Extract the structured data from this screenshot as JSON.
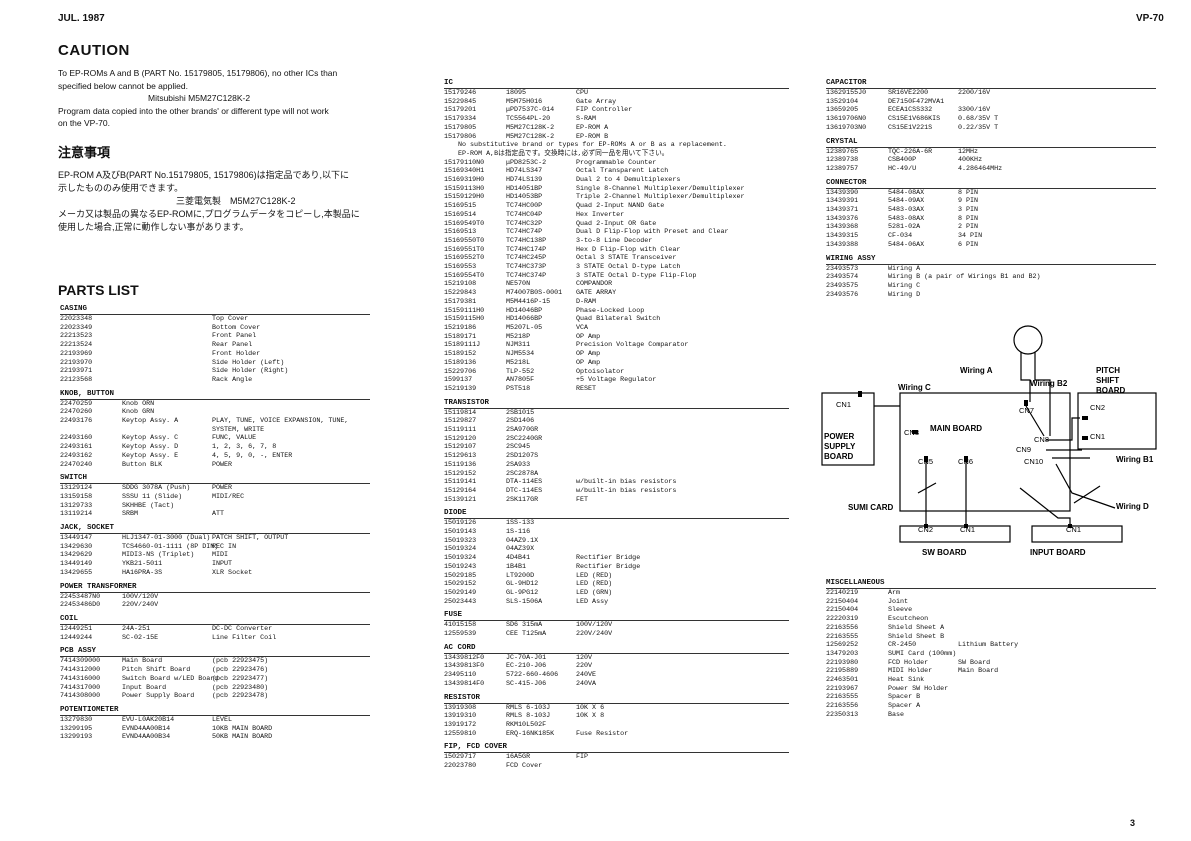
{
  "header": {
    "date": "JUL. 1987",
    "model": "VP-70",
    "page": "3"
  },
  "caution": {
    "title": "CAUTION",
    "lines": [
      "To EP-ROMs A and B (PART No. 15179805, 15179806), no other ICs than",
      "specified below cannot be applied.",
      "Mitsubishi  M5M27C128K-2",
      "Program data copied into the other brands' or different type will not work",
      "on the VP-70."
    ],
    "jp_title": "注意事項",
    "jp_lines": [
      "EP-ROM A及びB(PART No.15179805, 15179806)は指定品であり,以下に",
      "示したもののみ使用できます。",
      "三菱電気製　M5M27C128K-2",
      "メーカ又は製品の異なるEP-ROMに,プログラムデータをコピーし,本製品に",
      "使用した場合,正常に動作しない事があります。"
    ]
  },
  "parts_title": "PARTS LIST",
  "sections1": [
    {
      "title": "CASING",
      "rows": [
        [
          "22023348",
          "",
          "Top Cover"
        ],
        [
          "22023349",
          "",
          "Bottom Cover"
        ],
        [
          "22213523",
          "",
          "Front Panel"
        ],
        [
          "22213524",
          "",
          "Rear Panel"
        ],
        [
          "22193969",
          "",
          "Front Holder"
        ],
        [
          "22193970",
          "",
          "Side Holder (Left)"
        ],
        [
          "22193971",
          "",
          "Side Holder (Right)"
        ],
        [
          "22123568",
          "",
          "Rack Angle"
        ]
      ]
    },
    {
      "title": "KNOB, BUTTON",
      "rows": [
        [
          "22470259",
          "Knob ORN",
          ""
        ],
        [
          "22470260",
          "Knob GRN",
          ""
        ],
        [
          "22493176",
          "Keytop Assy. A",
          "PLAY, TUNE, VOICE EXPANSION, TUNE,"
        ],
        [
          "",
          "",
          "SYSTEM, WRITE"
        ],
        [
          "22493160",
          "Keytop Assy. C",
          "FUNC, VALUE"
        ],
        [
          "22493161",
          "Keytop Assy. D",
          "1, 2, 3, 6, 7, 8"
        ],
        [
          "22493162",
          "Keytop Assy. E",
          "4, 5, 9, 0, -, ENTER"
        ],
        [
          "22470240",
          "Button BLK",
          "POWER"
        ]
      ]
    },
    {
      "title": "SWITCH",
      "rows": [
        [
          "13129124",
          "SDDG 3078A (Push)",
          "POWER"
        ],
        [
          "13159158",
          "SSSU 11    (Slide)",
          "MIDI/REC"
        ],
        [
          "13129733",
          "SKHHBE     (Tact)",
          ""
        ],
        [
          "13119214",
          "SRBM",
          "ATT"
        ]
      ]
    },
    {
      "title": "JACK, SOCKET",
      "rows": [
        [
          "13449147",
          "HLJ1347-01-3000 (Dual)",
          "PATCH SHIFT, OUTPUT"
        ],
        [
          "13429630",
          "TCS4660-01-1111 (8P DIN)",
          "REC IN"
        ],
        [
          "13429629",
          "MIDI3-NS         (Triplet)",
          "MIDI"
        ],
        [
          "13449149",
          "YKB21-5011",
          "INPUT"
        ],
        [
          "13429655",
          "HA16PRA-3S",
          "XLR Socket"
        ]
      ]
    },
    {
      "title": "POWER TRANSFORMER",
      "rows": [
        [
          "22453487N0",
          "100V/120V",
          ""
        ],
        [
          "22453486D0",
          "220V/240V",
          ""
        ]
      ]
    },
    {
      "title": "COIL",
      "rows": [
        [
          "12449251",
          "24A-251",
          "DC-DC Converter"
        ],
        [
          "12449244",
          "SC-02-15E",
          "Line Filter Coil"
        ]
      ]
    },
    {
      "title": "PCB ASSY",
      "rows": [
        [
          "7414309000",
          "Main Board",
          "(pcb 22923475)"
        ],
        [
          "7414312000",
          "Pitch Shift Board",
          "(pcb 22923476)"
        ],
        [
          "7414316000",
          "Switch Board w/LED Board",
          "(pcb 22923477)"
        ],
        [
          "7414317000",
          "Input Board",
          "(pcb 22923480)"
        ],
        [
          "7414308000",
          "Power Supply Board",
          "(pcb 22923478)"
        ]
      ]
    },
    {
      "title": "POTENTIOMETER",
      "rows": [
        [
          "13279830",
          "EVU-L0AK20B14",
          "LEVEL"
        ],
        [
          "13299195",
          "EVND4AA00B14",
          "10KB MAIN BOARD"
        ],
        [
          "13299193",
          "EVND4AA00B34",
          "50KB MAIN BOARD"
        ]
      ]
    }
  ],
  "ic": {
    "title": "IC",
    "rows1": [
      [
        "15179246",
        "18095",
        "CPU"
      ],
      [
        "15229845",
        "M5M75H016",
        "Gate Array"
      ],
      [
        "15179201",
        "μPD7537C-014",
        "FIP Controller"
      ],
      [
        "15179334",
        "TC5564PL-20",
        "S-RAM"
      ],
      [
        "15179805",
        "M5M27C128K-2",
        "EP-ROM A"
      ],
      [
        "15179806",
        "M5M27C128K-2",
        "EP-ROM B"
      ]
    ],
    "notes": [
      "No substitutive brand or types for EP-ROMs A or B as a replacement.",
      "EP-ROM A,Bは指定品です。交換時には,必ず同一品を用いて下さい。"
    ],
    "rows2": [
      [
        "15179110N0",
        "μPD8253C-2",
        "Programmable Counter"
      ],
      [
        "15169340H1",
        "HD74LS347",
        "Octal Transparent Latch"
      ],
      [
        "15169319H0",
        "HD74LS139",
        "Dual 2 to 4 Demultiplexers"
      ],
      [
        "15159113H0",
        "HD14051BP",
        "Single 8-Channel Multiplexer/Demultiplexer"
      ],
      [
        "15159129H0",
        "HD14053BP",
        "Triple 2-Channel Multiplexer/Demultiplexer"
      ],
      [
        "15169515",
        "TC74HC00P",
        "Quad 2-Input NAND Gate"
      ],
      [
        "15169514",
        "TC74HC04P",
        "Hex Inverter"
      ],
      [
        "15169549T0",
        "TC74HC32P",
        "Quad 2-Input OR Gate"
      ],
      [
        "15169513",
        "TC74HC74P",
        "Dual D Flip-Flop with Preset and Clear"
      ],
      [
        "15169550T0",
        "TC74HC138P",
        "3-to-8 Line Decoder"
      ],
      [
        "15169551T0",
        "TC74HC174P",
        "Hex D Flip-Flop with Clear"
      ],
      [
        "15169552T0",
        "TC74HC245P",
        "Octal 3 STATE Transceiver"
      ],
      [
        "15169553",
        "TC74HC373P",
        "3 STATE Octal D-type Latch"
      ],
      [
        "15169554T0",
        "TC74HC374P",
        "3 STATE Octal D-type Flip-Flop"
      ],
      [
        "15219108",
        "NE570N",
        "COMPANDOR"
      ],
      [
        "15229843",
        "M74007B0S-0001",
        "GATE ARRAY"
      ],
      [
        "15179381",
        "M5M4416P-15",
        "D-RAM"
      ],
      [
        "15159111H0",
        "HD14046BP",
        "Phase-Locked Loop"
      ],
      [
        "15159115H0",
        "HD14066BP",
        "Quad Bilateral Switch"
      ],
      [
        "15219186",
        "M5207L-05",
        "VCA"
      ],
      [
        "15189171",
        "M5218P",
        "OP Amp"
      ],
      [
        "15189111J",
        "NJM311",
        "Precision Voltage Comparator"
      ],
      [
        "15189152",
        "NJM5534",
        "OP Amp"
      ],
      [
        "15189136",
        "M5218L",
        "OP Amp"
      ],
      [
        "15229706",
        "TLP-552",
        "Optoisolator"
      ],
      [
        "1599137",
        "AN7805F",
        "+5 Voltage Regulator"
      ],
      [
        "15219139",
        "PST518",
        "RESET"
      ]
    ]
  },
  "sections2": [
    {
      "title": "TRANSISTOR",
      "rows": [
        [
          "15119814",
          "2SB1015",
          ""
        ],
        [
          "15129827",
          "2SD1406",
          ""
        ],
        [
          "15119111",
          "2SA970GR",
          ""
        ],
        [
          "15129120",
          "2SC2240GR",
          ""
        ],
        [
          "15129107",
          "2SC945",
          ""
        ],
        [
          "15129613",
          "2SD1207S",
          ""
        ],
        [
          "15119136",
          "2SA933",
          ""
        ],
        [
          "15129152",
          "2SC2878A",
          ""
        ],
        [
          "15119141",
          "DTA-114ES",
          "w/built-in bias resistors"
        ],
        [
          "15129164",
          "DTC-114ES",
          "w/built-in bias resistors"
        ],
        [
          "15139121",
          "2SK117GR",
          "FET"
        ]
      ]
    },
    {
      "title": "DIODE",
      "rows": [
        [
          "15019126",
          "1SS-133",
          ""
        ],
        [
          "15019143",
          "1S-116",
          ""
        ],
        [
          "15019323",
          "04AZ9.1X",
          ""
        ],
        [
          "15019324",
          "04AZ39X",
          ""
        ],
        [
          "15019324",
          "4D4B41",
          "Rectifier Bridge"
        ],
        [
          "15019243",
          "1B4B1",
          "Rectifier Bridge"
        ],
        [
          "15029185",
          "LT9200D",
          "LED (RED)"
        ],
        [
          "15029152",
          "GL-9HD12",
          "LED (RED)"
        ],
        [
          "15029149",
          "GL-9PG12",
          "LED (GRN)"
        ],
        [
          "25023443",
          "SLS-1506A",
          "LED Assy"
        ]
      ]
    },
    {
      "title": "FUSE",
      "rows": [
        [
          "41015158",
          "SD6 315mA",
          "100V/120V"
        ],
        [
          "12559539",
          "CEE T125mA",
          "220V/240V"
        ]
      ]
    },
    {
      "title": "AC CORD",
      "rows": [
        [
          "13439812F0",
          "JC-70A-J01",
          "120V"
        ],
        [
          "13439813F0",
          "EC-210-J06",
          "220V"
        ],
        [
          "23495110",
          "5722-660-4606",
          "240VE"
        ],
        [
          "13439814F0",
          "SC-415-J06",
          "240VA"
        ]
      ]
    },
    {
      "title": "RESISTOR",
      "rows": [
        [
          "13919308",
          "RMLS 6-103J",
          "10K X 6"
        ],
        [
          "13919310",
          "RMLS 8-103J",
          "10K X 8"
        ],
        [
          "13919172",
          "RKM10L502F",
          ""
        ],
        [
          "12559810",
          "ERQ-16NK185K",
          "Fuse Resistor"
        ]
      ]
    },
    {
      "title": "FIP, FCD COVER",
      "rows": [
        [
          "15029717",
          "16A5GR",
          "FIP"
        ],
        [
          "22023780",
          "FCD Cover",
          ""
        ]
      ]
    }
  ],
  "sections3": [
    {
      "title": "CAPACITOR",
      "rows": [
        [
          "13629155J0",
          "SR16VE2200",
          "2200/16V"
        ],
        [
          "13529104",
          "DE7150F472MVA1",
          ""
        ],
        [
          "13659205",
          "ECEA1CSS332",
          "3300/16V"
        ],
        [
          "13619706N0",
          "CS15E1V686KIS",
          "0.68/35V T"
        ],
        [
          "13619703N0",
          "CS15E1V221S",
          "0.22/35V T"
        ]
      ]
    },
    {
      "title": "CRYSTAL",
      "rows": [
        [
          "12389765",
          "TQC-226A-6R",
          "12MHz"
        ],
        [
          "12389738",
          "CSB400P",
          "400KHz"
        ],
        [
          "12389757",
          "HC-49/U",
          "4.286464MHz"
        ]
      ]
    },
    {
      "title": "CONNECTOR",
      "rows": [
        [
          "13439390",
          "5484-08AX",
          "8 PIN"
        ],
        [
          "13439391",
          "5484-09AX",
          "9 PIN"
        ],
        [
          "13439371",
          "5483-03AX",
          "3 PIN"
        ],
        [
          "13439376",
          "5483-08AX",
          "8 PIN"
        ],
        [
          "13439368",
          "5281-02A",
          "2 PIN"
        ],
        [
          "13439315",
          "CF-034",
          "34 PIN"
        ],
        [
          "13439388",
          "5484-06AX",
          "6 PIN"
        ]
      ]
    },
    {
      "title": "WIRING ASSY",
      "rows": [
        [
          "23493573",
          "Wiring A",
          ""
        ],
        [
          "23493574",
          "Wiring B (a pair of Wirings B1 and B2)",
          ""
        ],
        [
          "23493575",
          "Wiring C",
          ""
        ],
        [
          "23493576",
          "Wiring D",
          ""
        ]
      ]
    }
  ],
  "misc": {
    "title": "MISCELLANEOUS",
    "rows": [
      [
        "22140219",
        "Arm",
        ""
      ],
      [
        "22150404",
        "Joint",
        ""
      ],
      [
        "22150404",
        "Sleeve",
        ""
      ],
      [
        "22220319",
        "Escutcheon",
        ""
      ],
      [
        "22163556",
        "Shield Sheet A",
        ""
      ],
      [
        "22163555",
        "Shield Sheet B",
        ""
      ],
      [
        "12569252",
        "CR-2450",
        "Lithium Battery"
      ],
      [
        "13479203",
        "SUMI Card (100mm)",
        ""
      ],
      [
        "22193980",
        "FCD Holder",
        "SW Board"
      ],
      [
        "22195889",
        "MIDI Holder",
        "Main Board"
      ],
      [
        "22463501",
        "Heat Sink",
        ""
      ],
      [
        "22193967",
        "Power SW Holder",
        ""
      ],
      [
        "22163555",
        "Spacer B",
        ""
      ],
      [
        "22163556",
        "Spacer A",
        ""
      ],
      [
        "22350313",
        "Base",
        ""
      ]
    ]
  },
  "diagram": {
    "wiring_c": "Wiring C",
    "wiring_a": "Wiring A",
    "wiring_b2": "Wiring B2",
    "wiring_b1": "Wiring B1",
    "wiring_d": "Wiring D",
    "pitch": "PITCH",
    "shift": "SHIFT",
    "board": "BOARD",
    "power": "POWER",
    "supply": "SUPPLY",
    "main_board": "MAIN BOARD",
    "sumi": "SUMI CARD",
    "sw_board": "SW BOARD",
    "input_board": "INPUT BOARD",
    "cn1": "CN1",
    "cn2": "CN2",
    "cn3": "CN3",
    "cn5": "CN5",
    "cn6": "CN6",
    "cn7": "CN7",
    "cn8": "CN8",
    "cn9": "CN9",
    "cn10": "CN10"
  }
}
